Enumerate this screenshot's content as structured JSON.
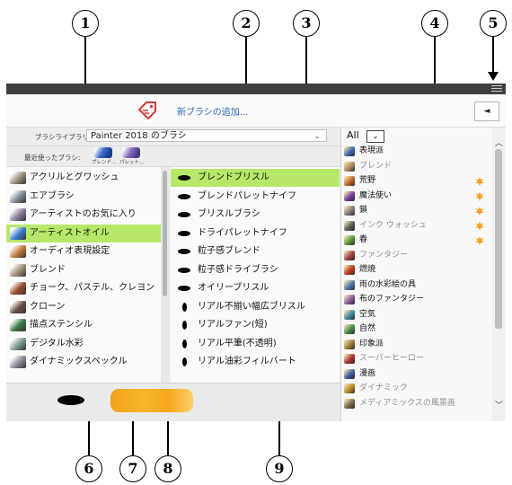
{
  "callouts": [
    "1",
    "2",
    "3",
    "4",
    "5",
    "6",
    "7",
    "8",
    "9"
  ],
  "toolbar": {
    "add_brush_label": "新ブラシの追加...",
    "collapse_glyph": "◄"
  },
  "library": {
    "label": "ブラシライブラリ:",
    "selected": "Painter 2018 のブラシ",
    "chevron": "⌄"
  },
  "recent": {
    "label": "最近使ったブラシ:",
    "items": [
      {
        "caption": "ブレンド...",
        "color": "#3a6fd0"
      },
      {
        "caption": "パレット...",
        "color": "#8a6ac0"
      }
    ]
  },
  "categories": [
    {
      "label": "アクリルとグワッシュ",
      "color": "#9a8f7a",
      "selected": false
    },
    {
      "label": "エアブラシ",
      "color": "#7d8a9a",
      "selected": false
    },
    {
      "label": "アーティストのお気に入り",
      "color": "#8a7a9a",
      "selected": false
    },
    {
      "label": "アーティストオイル",
      "color": "#3c7ad0",
      "selected": true
    },
    {
      "label": "オーディオ表現設定",
      "color": "#c07a3a",
      "selected": false
    },
    {
      "label": "ブレンド",
      "color": "#a58e78",
      "selected": false
    },
    {
      "label": "チョーク、パステル、クレヨン",
      "color": "#9a4a2a",
      "selected": false
    },
    {
      "label": "クローン",
      "color": "#6a5040",
      "selected": false
    },
    {
      "label": "描点ステンシル",
      "color": "#3a7a4a",
      "selected": false
    },
    {
      "label": "デジタル水彩",
      "color": "#7a9a8a",
      "selected": false
    },
    {
      "label": "ダイナミックスペックル",
      "color": "#8a8a9a",
      "selected": false
    }
  ],
  "variants": [
    {
      "label": "ブレンドブリスル",
      "selected": true,
      "vertical": false
    },
    {
      "label": "ブレンドパレットナイフ",
      "selected": false,
      "vertical": false
    },
    {
      "label": "ブリスルブラシ",
      "selected": false,
      "vertical": false
    },
    {
      "label": "ドライパレットナイフ",
      "selected": false,
      "vertical": false
    },
    {
      "label": "粒子感ブレンド",
      "selected": false,
      "vertical": false
    },
    {
      "label": "粒子感ドライブラシ",
      "selected": false,
      "vertical": false
    },
    {
      "label": "オイリーブリスル",
      "selected": false,
      "vertical": false
    },
    {
      "label": "リアル不揃い幅広ブリスル",
      "selected": false,
      "vertical": true
    },
    {
      "label": "リアルファン(短)",
      "selected": false,
      "vertical": true
    },
    {
      "label": "リアル平筆(不透明)",
      "selected": false,
      "vertical": true
    },
    {
      "label": "リアル油彩フィルバート",
      "selected": false,
      "vertical": true
    }
  ],
  "brush_library_panel": {
    "filter": "All",
    "filter_chevron": "⌄",
    "scroll_up": "︿",
    "scroll_down": "﹀",
    "items": [
      {
        "label": "表現派",
        "color": "#3a6ab0",
        "dim": false,
        "new": false
      },
      {
        "label": "ブレンド",
        "color": "#b08a5a",
        "dim": true,
        "new": false
      },
      {
        "label": "荒野",
        "color": "#c06a2a",
        "dim": false,
        "new": true
      },
      {
        "label": "魔法使い",
        "color": "#7a3aa0",
        "dim": false,
        "new": true
      },
      {
        "label": "鎖",
        "color": "#8a7a7a",
        "dim": false,
        "new": true
      },
      {
        "label": "インク ウォッシュ",
        "color": "#5a5a5a",
        "dim": true,
        "new": true
      },
      {
        "label": "春",
        "color": "#5a9a3a",
        "dim": false,
        "new": true
      },
      {
        "label": "ファンタジー",
        "color": "#a04040",
        "dim": true,
        "new": false
      },
      {
        "label": "燃焼",
        "color": "#c03a1a",
        "dim": false,
        "new": false
      },
      {
        "label": "雨の水彩絵の具",
        "color": "#4a7ab0",
        "dim": false,
        "new": false
      },
      {
        "label": "布のファンタジー",
        "color": "#8a5aa0",
        "dim": false,
        "new": false
      },
      {
        "label": "空気",
        "color": "#3a8aa0",
        "dim": false,
        "new": false
      },
      {
        "label": "自然",
        "color": "#4a8a4a",
        "dim": false,
        "new": false
      },
      {
        "label": "印象派",
        "color": "#a07a3a",
        "dim": false,
        "new": false
      },
      {
        "label": "スーパーヒーロー",
        "color": "#b03030",
        "dim": true,
        "new": false
      },
      {
        "label": "漫画",
        "color": "#3a5aa0",
        "dim": false,
        "new": false
      },
      {
        "label": "ダイナミック",
        "color": "#c08a2a",
        "dim": true,
        "new": false
      },
      {
        "label": "メディアミックスの風景画",
        "color": "#7a6a4a",
        "dim": true,
        "new": false
      }
    ]
  }
}
